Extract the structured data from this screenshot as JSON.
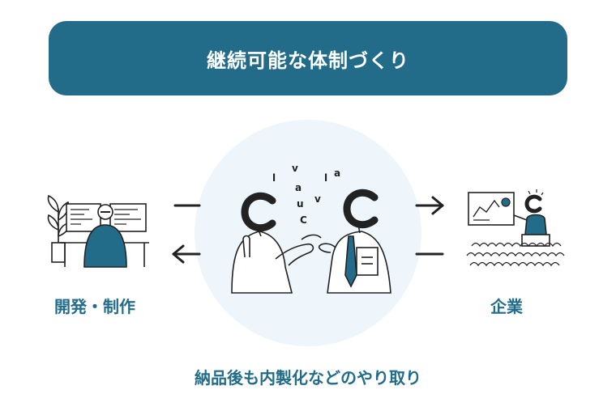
{
  "title": "継続可能な体制づくり",
  "left_label": "開発・制作",
  "right_label": "企業",
  "caption": "納品後も内製化などのやり取り",
  "floating_letters": [
    "l",
    "v",
    "l",
    "a",
    "a",
    "u",
    "v",
    "C"
  ],
  "colors": {
    "banner": "#226c8a",
    "accent": "#226c8a",
    "circle": "#eef6fb",
    "ink": "#222222"
  },
  "icons": {
    "developer": "developer-at-monitors-icon",
    "conversation": "two-people-talking-icon",
    "presenter": "presenter-with-audience-icon"
  }
}
